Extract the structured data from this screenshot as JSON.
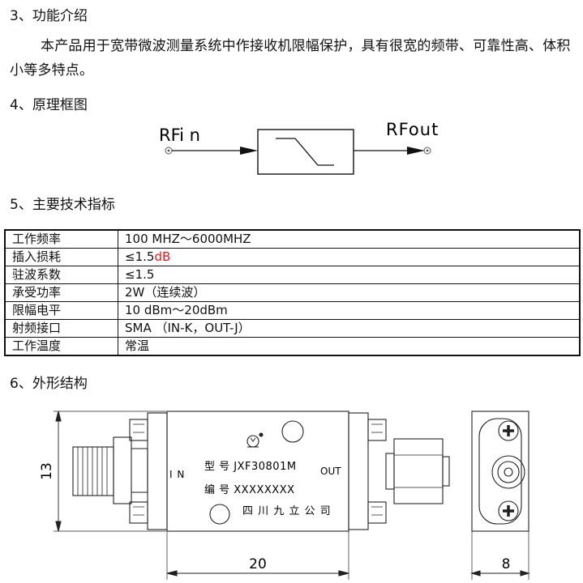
{
  "sections": {
    "function_heading": "3、功能介绍",
    "function_text": "本产品用于宽带微波测量系统中作接收机限幅保护，具有很宽的频带、可靠性高、体积小等多特点。",
    "principle_heading": "4、原理框图",
    "spec_heading": "5、主要技术指标",
    "outline_heading": "6、外形结构"
  },
  "block_diagram": {
    "input_label": "RFi n",
    "output_label": "RFout"
  },
  "spec_table": [
    {
      "name": "工作频率",
      "value": "100 MHZ～6000MHZ"
    },
    {
      "name": "插入损耗",
      "value_prefix": "≤1.5",
      "value_unit": "dB"
    },
    {
      "name": "驻波系数",
      "value": "≤1.5"
    },
    {
      "name": "承受功率",
      "value": "2W（连续波）"
    },
    {
      "name": "限幅电平",
      "value": "10 dBm～20dBm"
    },
    {
      "name": "射频接口",
      "value": "SMA （IN-K，OUT-J）"
    },
    {
      "name": "工作温度",
      "value": "常温"
    }
  ],
  "outline": {
    "height_dim": "13",
    "length_dim": "20",
    "width_dim": "8",
    "in_label": "I N",
    "out_label": "OUT",
    "model": "型 号 JXF30801M",
    "serial": "编 号 XXXXXXXX",
    "maker": "四 川 九 立 公 司"
  }
}
